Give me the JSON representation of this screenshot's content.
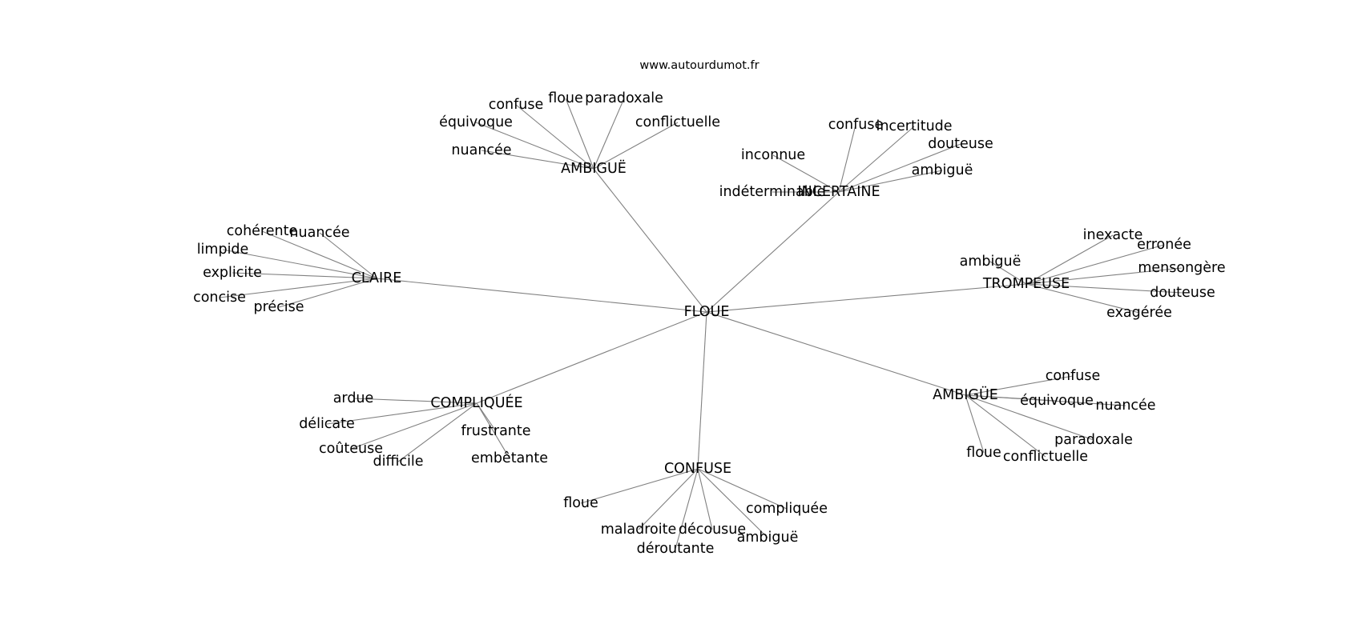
{
  "source": "www.autourdumot.fr",
  "graph": {
    "root": "FLOUE",
    "hubs": [
      {
        "label": "AMBIGUË",
        "leaves": [
          "confuse",
          "floue",
          "paradoxale",
          "équivoque",
          "conflictuelle",
          "nuancée"
        ]
      },
      {
        "label": "INCERTAINE",
        "leaves": [
          "confuse",
          "incertitude",
          "douteuse",
          "inconnue",
          "ambiguë",
          "indéterminable"
        ]
      },
      {
        "label": "CLAIRE",
        "leaves": [
          "cohérente",
          "nuancée",
          "limpide",
          "explicite",
          "concise",
          "précise"
        ]
      },
      {
        "label": "TROMPEUSE",
        "leaves": [
          "inexacte",
          "erronée",
          "ambiguë",
          "mensongère",
          "douteuse",
          "exagérée"
        ]
      },
      {
        "label": "COMPLIQUÉE",
        "leaves": [
          "ardue",
          "délicate",
          "frustrante",
          "coûteuse",
          "difficile",
          "embêtante"
        ]
      },
      {
        "label": "AMBIGÜE",
        "leaves": [
          "confuse",
          "équivoque",
          "nuancée",
          "paradoxale",
          "floue",
          "conflictuelle"
        ]
      },
      {
        "label": "CONFUSE",
        "leaves": [
          "floue",
          "compliquée",
          "maladroite",
          "décousue",
          "ambiguë",
          "déroutante"
        ]
      }
    ]
  }
}
